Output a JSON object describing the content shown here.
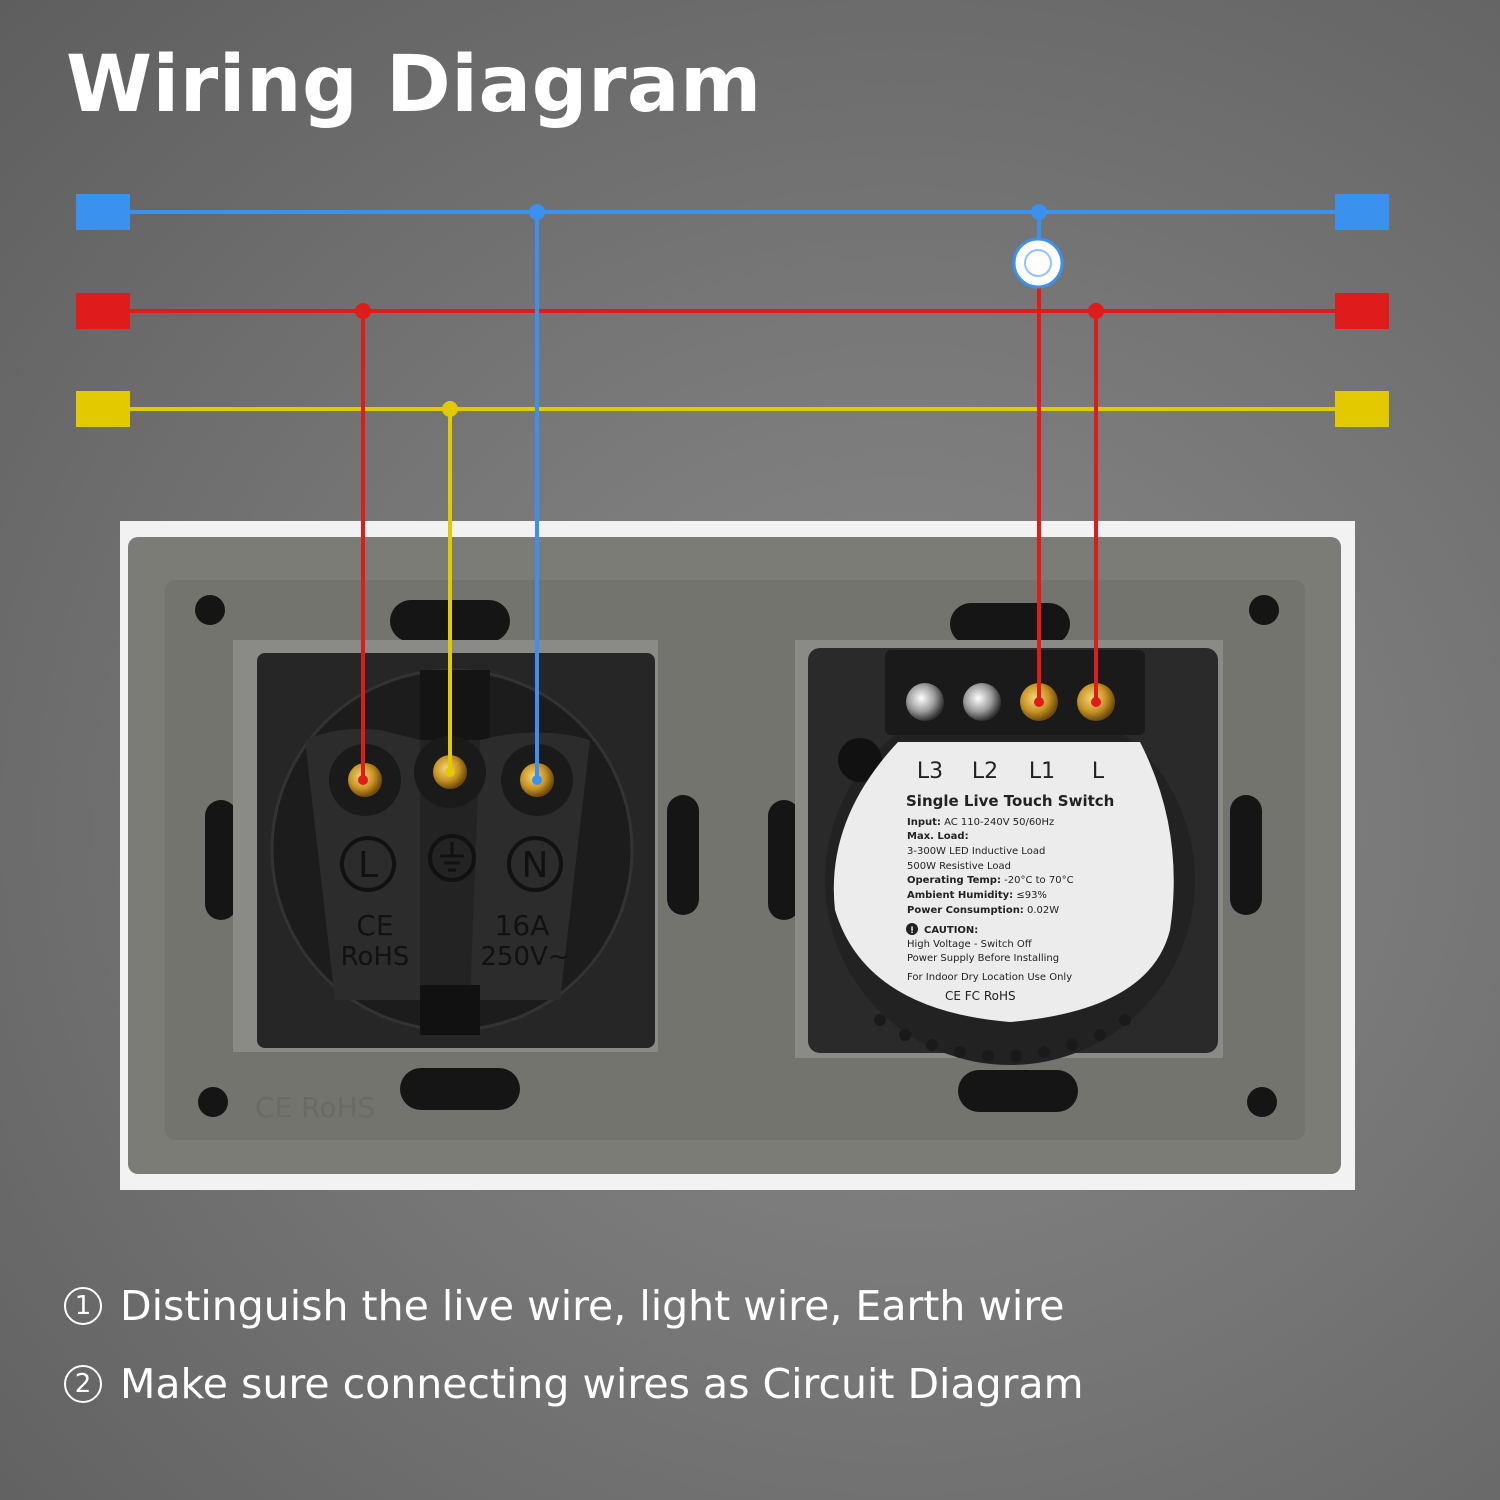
{
  "title": "Wiring Diagram",
  "colors": {
    "neutral": "#3b91ee",
    "live": "#e01b1b",
    "earth": "#e2c900",
    "background": "#737373",
    "plate": "#7a7b75",
    "frame": "#f2f2f2"
  },
  "socket": {
    "terminal_l": "L",
    "terminal_n": "N",
    "mark_ce": "CE",
    "mark_rohs": "RoHS",
    "rating_current": "16A",
    "rating_voltage": "250V~",
    "plate_mark": "CE RoHS"
  },
  "switch": {
    "terminals": [
      "L3",
      "L2",
      "L1",
      "L"
    ],
    "label": {
      "title": "Single Live Touch Switch",
      "input_key": "Input:",
      "input_val": "AC 110-240V 50/60Hz",
      "max_load_key": "Max. Load:",
      "load_1": "3-300W LED Inductive Load",
      "load_2": "500W Resistive Load",
      "temp_key": "Operating Temp:",
      "temp_val": "-20°C to 70°C",
      "humidity_key": "Ambient Humidity:",
      "humidity_val": "≤93%",
      "power_key": "Power Consumption:",
      "power_val": "0.02W",
      "caution": "CAUTION:",
      "caution_1": "High Voltage - Switch Off",
      "caution_2": "Power Supply Before Installing",
      "indoor": "For Indoor Dry Location Use Only",
      "certs": "CE FC RoHS"
    }
  },
  "notes": [
    {
      "number": "1",
      "text": "Distinguish the live wire, light wire, Earth wire"
    },
    {
      "number": "2",
      "text": "Make sure connecting wires as Circuit Diagram"
    }
  ]
}
